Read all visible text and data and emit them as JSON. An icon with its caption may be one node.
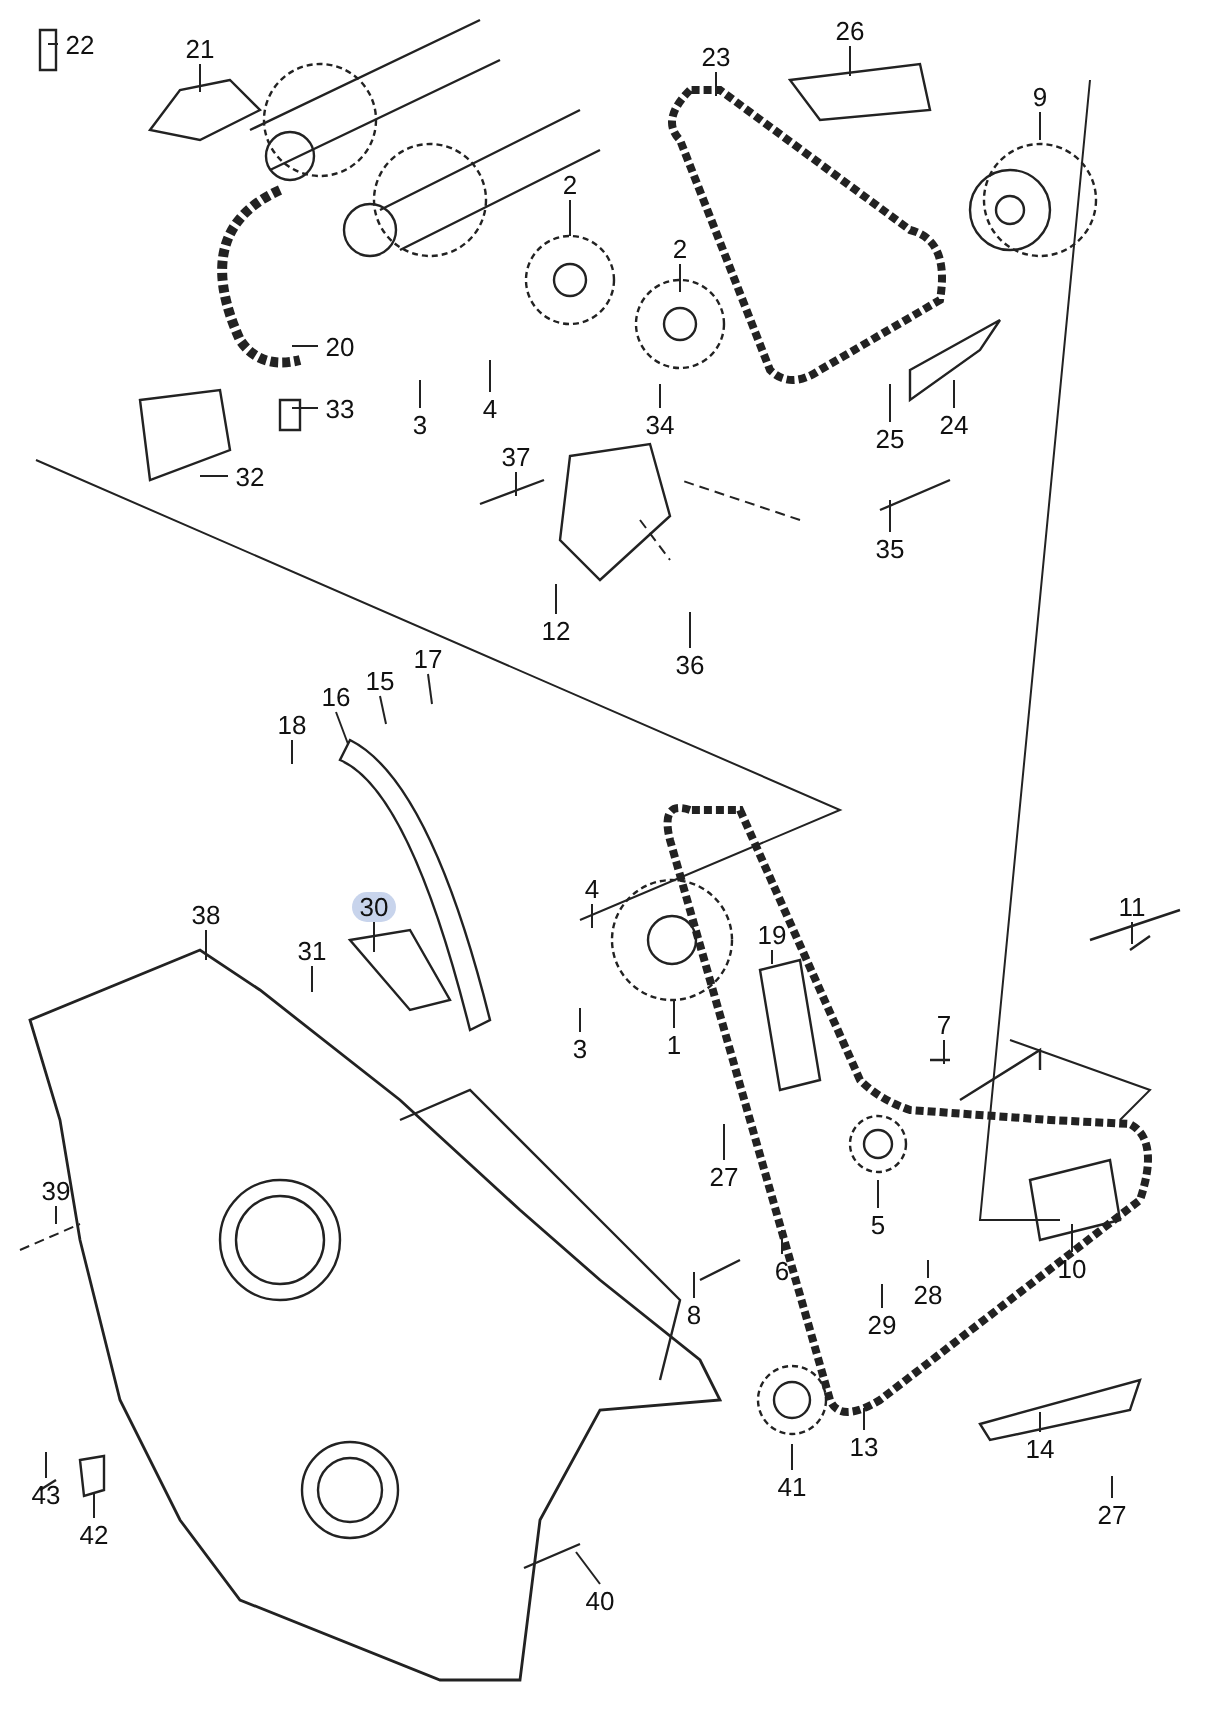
{
  "diagram": {
    "nodes": [
      {
        "text": [
          "22"
        ]
      },
      {
        "text": [
          "21"
        ]
      },
      {
        "text": [
          "23"
        ]
      },
      {
        "text": [
          "26"
        ]
      },
      {
        "text": [
          "9"
        ]
      },
      {
        "text": [
          "2"
        ]
      },
      {
        "text": [
          "2"
        ]
      },
      {
        "text": [
          "20"
        ]
      },
      {
        "text": [
          "3"
        ]
      },
      {
        "text": [
          "4"
        ]
      },
      {
        "text": [
          "33"
        ]
      },
      {
        "text": [
          "34"
        ]
      },
      {
        "text": [
          "25"
        ]
      },
      {
        "text": [
          "24"
        ]
      },
      {
        "text": [
          "32"
        ]
      },
      {
        "text": [
          "37"
        ]
      },
      {
        "text": [
          "35"
        ]
      },
      {
        "text": [
          "12"
        ]
      },
      {
        "text": [
          "36"
        ]
      },
      {
        "text": [
          "17"
        ]
      },
      {
        "text": [
          "15"
        ]
      },
      {
        "text": [
          "16"
        ]
      },
      {
        "text": [
          "18"
        ]
      },
      {
        "text": [
          "4"
        ]
      },
      {
        "text": [
          "38"
        ]
      },
      {
        "text": [
          "30"
        ]
      },
      {
        "text": [
          "11"
        ]
      },
      {
        "text": [
          "31"
        ]
      },
      {
        "text": [
          "19"
        ]
      },
      {
        "text": [
          "3"
        ]
      },
      {
        "text": [
          "1"
        ]
      },
      {
        "text": [
          "7"
        ]
      },
      {
        "text": [
          "27"
        ]
      },
      {
        "text": [
          "5"
        ]
      },
      {
        "text": [
          "39"
        ]
      },
      {
        "text": [
          "10"
        ]
      },
      {
        "text": [
          "6"
        ]
      },
      {
        "text": [
          "28"
        ]
      },
      {
        "text": [
          "29"
        ]
      },
      {
        "text": [
          "8"
        ]
      },
      {
        "text": [
          "13"
        ]
      },
      {
        "text": [
          "14"
        ]
      },
      {
        "text": [
          "41"
        ]
      },
      {
        "text": [
          "43"
        ]
      },
      {
        "text": [
          "42"
        ]
      },
      {
        "text": [
          "27"
        ]
      },
      {
        "text": [
          "40"
        ]
      }
    ],
    "edges": [
      {
        "from": 0,
        "to": null,
        "arrow": "none"
      },
      {
        "from": 1,
        "to": null,
        "arrow": "none"
      },
      {
        "from": 2,
        "to": null,
        "arrow": "none"
      },
      {
        "from": 3,
        "to": null,
        "arrow": "none"
      },
      {
        "from": 4,
        "to": null,
        "arrow": "none"
      },
      {
        "from": 5,
        "to": null,
        "arrow": "none"
      },
      {
        "from": 6,
        "to": null,
        "arrow": "none"
      },
      {
        "from": 7,
        "to": null,
        "arrow": "none"
      },
      {
        "from": 8,
        "to": null,
        "arrow": "none"
      },
      {
        "from": 9,
        "to": null,
        "arrow": "none"
      },
      {
        "from": 10,
        "to": null,
        "arrow": "none"
      },
      {
        "from": 11,
        "to": null,
        "arrow": "none"
      },
      {
        "from": 12,
        "to": null,
        "arrow": "none"
      },
      {
        "from": 13,
        "to": null,
        "arrow": "none"
      },
      {
        "from": 14,
        "to": null,
        "arrow": "none"
      },
      {
        "from": 15,
        "to": null,
        "arrow": "none"
      },
      {
        "from": 16,
        "to": null,
        "arrow": "none"
      },
      {
        "from": 17,
        "to": null,
        "arrow": "none"
      },
      {
        "from": 18,
        "to": null,
        "arrow": "none"
      },
      {
        "from": 19,
        "to": null,
        "arrow": "none"
      },
      {
        "from": 20,
        "to": null,
        "arrow": "none"
      },
      {
        "from": 21,
        "to": null,
        "arrow": "none"
      },
      {
        "from": 22,
        "to": null,
        "arrow": "none"
      },
      {
        "from": 23,
        "to": null,
        "arrow": "none"
      },
      {
        "from": 24,
        "to": null,
        "arrow": "none"
      },
      {
        "from": 25,
        "to": null,
        "arrow": "none"
      },
      {
        "from": 26,
        "to": null,
        "arrow": "none"
      },
      {
        "from": 27,
        "to": null,
        "arrow": "none"
      },
      {
        "from": 28,
        "to": null,
        "arrow": "none"
      },
      {
        "from": 29,
        "to": null,
        "arrow": "none"
      },
      {
        "from": 30,
        "to": null,
        "arrow": "none"
      },
      {
        "from": 31,
        "to": null,
        "arrow": "none"
      },
      {
        "from": 32,
        "to": null,
        "arrow": "none"
      },
      {
        "from": 33,
        "to": null,
        "arrow": "none"
      },
      {
        "from": 34,
        "to": null,
        "arrow": "none"
      },
      {
        "from": 35,
        "to": null,
        "arrow": "none"
      },
      {
        "from": 36,
        "to": null,
        "arrow": "none"
      },
      {
        "from": 37,
        "to": null,
        "arrow": "none"
      },
      {
        "from": 38,
        "to": null,
        "arrow": "none"
      },
      {
        "from": 39,
        "to": null,
        "arrow": "none"
      },
      {
        "from": 40,
        "to": null,
        "arrow": "none"
      },
      {
        "from": 41,
        "to": null,
        "arrow": "none"
      },
      {
        "from": 42,
        "to": null,
        "arrow": "none"
      },
      {
        "from": 43,
        "to": null,
        "arrow": "none"
      },
      {
        "from": 44,
        "to": null,
        "arrow": "none"
      },
      {
        "from": 45,
        "to": null,
        "arrow": "none"
      },
      {
        "from": 46,
        "to": null,
        "arrow": "none"
      }
    ]
  }
}
